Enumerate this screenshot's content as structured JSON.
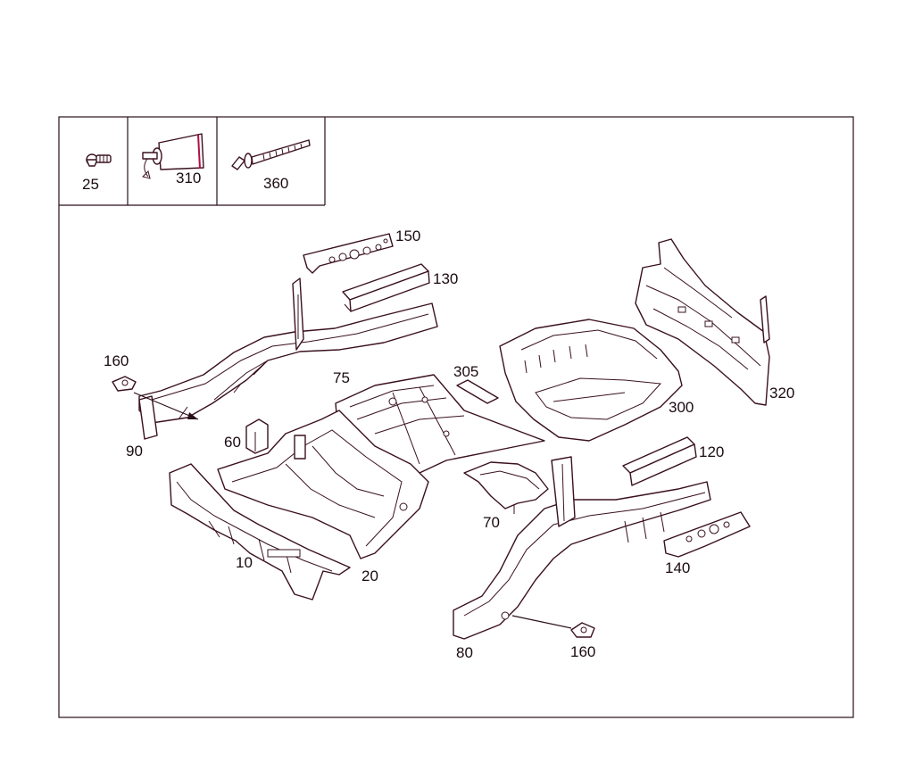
{
  "fasteners": {
    "bolt_label": "25",
    "sealant_tube_label": "310",
    "rivet_bolt_label": "360"
  },
  "parts": {
    "p150": "150",
    "p130": "130",
    "p160_left": "160",
    "p75": "75",
    "p305": "305",
    "p300": "300",
    "p320": "320",
    "p90": "90",
    "p60": "60",
    "p120": "120",
    "p70": "70",
    "p10": "10",
    "p20": "20",
    "p140": "140",
    "p80": "80",
    "p160_right": "160"
  },
  "colors": {
    "line": "#3a1020",
    "frame": "#2a0f1c",
    "background": "#ffffff"
  }
}
